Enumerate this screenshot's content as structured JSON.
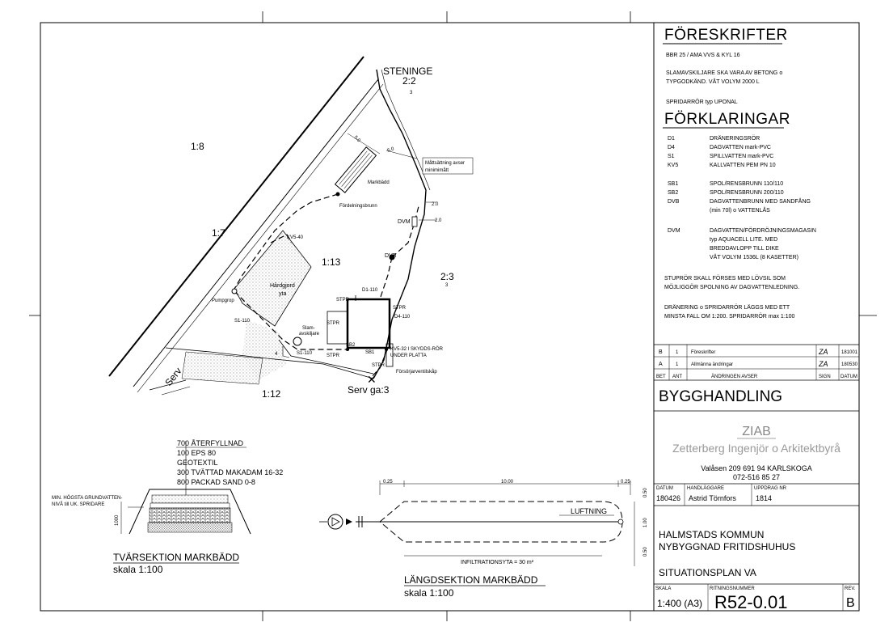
{
  "regs": {
    "heading": "FÖRESKRIFTER",
    "line1": "BBR 25 / AMA VVS & KYL 16",
    "line2": "SLAMAVSKILJARE SKA VARA AV BETONG o",
    "line3": "TYPGODKÄND. VÅT VOLYM 2000 L",
    "line4": "SPRIDARRÖR typ UPONAL"
  },
  "legend": {
    "heading": "FÖRKLARINGAR",
    "items": [
      {
        "code": "D1",
        "desc": "DRÄNERINGSRÖR"
      },
      {
        "code": "D4",
        "desc": "DAGVATTEN mark-PVC"
      },
      {
        "code": "S1",
        "desc": "SPILLVATTEN mark-PVC"
      },
      {
        "code": "KV5",
        "desc": "KALLVATTEN PEM PN 10"
      },
      {
        "code": "SB1",
        "desc": "SPOL/RENSBRUNN 110/110"
      },
      {
        "code": "SB2",
        "desc": "SPOL/RENSBRUNN 200/110"
      },
      {
        "code": "DVB",
        "desc": "DAGVATTENBRUNN MED  SANDFÅNG"
      },
      {
        "code": "",
        "desc": "(min 70l) o VATTENLÅS"
      },
      {
        "code": "DVM",
        "desc": "DAGVATTEN/FÖRDRÖJNINGSMAGASIN"
      },
      {
        "code": "",
        "desc": "typ AQUACELL LITE. MED"
      },
      {
        "code": "",
        "desc": "BREDDAVLOPP TILL DIKE"
      },
      {
        "code": "",
        "desc": "VÅT VOLYM 1536L (8 KASETTER)"
      }
    ],
    "note1": [
      "STUPRÖR SKALL FÖRSES MED LÖVSIL SOM",
      "MÖJLIGGÖR SPOLNING AV DAGVATTENLEDNING."
    ],
    "note2": [
      "DRÄNERING o SPRIDARRÖR LÄGGS MED ETT",
      "MINSTA FALL OM 1:200. SPRIDARRÖR max 1:100"
    ]
  },
  "revisions": [
    {
      "rev": "B",
      "n": "1",
      "text": "Föreskrifter",
      "sign": "ZA",
      "date": "181001"
    },
    {
      "rev": "A",
      "n": "1",
      "text": "Allmänna ändringar",
      "sign": "ZA",
      "date": "180530"
    }
  ],
  "rev_headers": {
    "rev": "BET",
    "ant": "ANT",
    "change": "ÄNDRINGEN AVSER",
    "sign": "SIGN",
    "date": "DATUM"
  },
  "status": "BYGGHANDLING",
  "company": {
    "logo": "ZIAB",
    "name": "Zetterberg Ingenjör o Arkitektbyrå",
    "address": "Valåsen 209   691 94  KARLSKOGA",
    "phone": "072-516 85 27"
  },
  "meta": {
    "date_label": "DATUM",
    "date": "180426",
    "author_label": "HANDLÄGGARE",
    "author": "Astrid Törnfors",
    "job_label": "UPPDRAG NR",
    "job": "1814"
  },
  "project": {
    "line1": "HALMSTADS KOMMUN",
    "line2": "NYBYGGNAD FRITIDSHUHUS",
    "drawing": "SITUATIONSPLAN VA"
  },
  "footer": {
    "scale_label": "SKALA",
    "scale": "1:400 (A3)",
    "number_label": "RITNINGSNUMMER",
    "number": "R52-0.01",
    "rev_label": "REV.",
    "rev": "B"
  },
  "plan": {
    "property": "STENINGE",
    "property_no": "2:2",
    "property_sub": "3",
    "lot_18": "1:8",
    "lot_17": "1:7",
    "lot_113": "1:13",
    "lot_23": "2:3",
    "lot_23_sub": "3",
    "lot_112": "1:12",
    "road": "Serv",
    "road_ga": "Serv ga:3",
    "markbadd": "Markbädd",
    "fordelning": "Fördelningsbrunn",
    "mattsattning": [
      "Måttsättning avser",
      "minimimått"
    ],
    "dim5a": "5.0",
    "dim5b": "5.0",
    "dim20a": "2.0",
    "dim20b": "2.0",
    "dvm": "DVM",
    "dvb": "DVB",
    "kv540": "KV5-40",
    "hardgjord": [
      "Hårdgjord",
      "yta"
    ],
    "pumpgrop": "Pumpgrop",
    "s1_110a": "S1-110",
    "s1_110b": "S1-110",
    "slam": [
      "Slam-",
      "avskiljare"
    ],
    "d1_110": "D1-110",
    "d4_110": "D4-110",
    "stpr1": "STPR",
    "stpr2": "STPR",
    "stpr3": "STPR",
    "stpr4": "STPR",
    "stpr5": "STPR",
    "sb1": "SB1",
    "sb2": "SB2",
    "kv532": [
      "KV5-32 I SKYDDS-RÖR",
      "UNDER PLATTA"
    ],
    "forsorj": "Försörjarventilskåp",
    "dim4": "4"
  },
  "cross": {
    "layers": [
      "700 ÅTERFYLLNAD",
      "100 EPS 80",
      "GEOTEXTIL",
      "300 TVÄTTAD MAKADAM 16-32",
      "800 PACKAD SAND 0-8"
    ],
    "gw": [
      "MIN. HÖGSTA GRUNDVATTEN-",
      "NIVÅ till UK. SPRIDARE"
    ],
    "dim1000": "1000",
    "title": "TVÄRSEKTION MARKBÄDD",
    "scale": "skala 1:100"
  },
  "long": {
    "d1": "0.25",
    "d2": "10.00",
    "d3": "0.25",
    "d4": "0.50",
    "d5": "1.00",
    "d6": "0.50",
    "vent": "LUFTNING",
    "area": "INFILTRATIONSYTA = 30 m²",
    "title": "LÄNGDSEKTION MARKBÄDD",
    "scale": "skala 1:100"
  }
}
